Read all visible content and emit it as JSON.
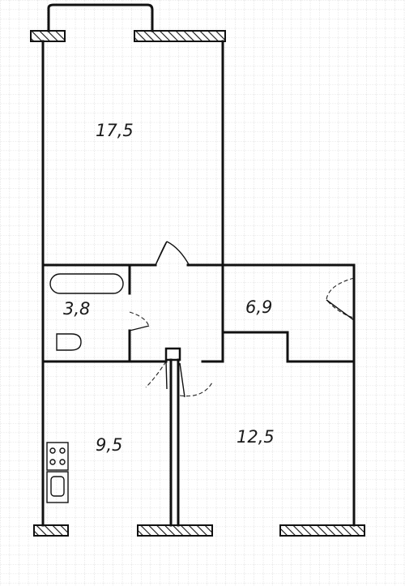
{
  "plan": {
    "rooms": [
      {
        "id": "living-room",
        "area": "17,5"
      },
      {
        "id": "bathroom",
        "area": "3,8"
      },
      {
        "id": "hall",
        "area": "6,9"
      },
      {
        "id": "kitchen",
        "area": "9,5"
      },
      {
        "id": "bedroom",
        "area": "12,5"
      }
    ],
    "colors": {
      "paper": "#ffffff",
      "grid": "#b9b9b9",
      "ink": "#111111"
    }
  }
}
